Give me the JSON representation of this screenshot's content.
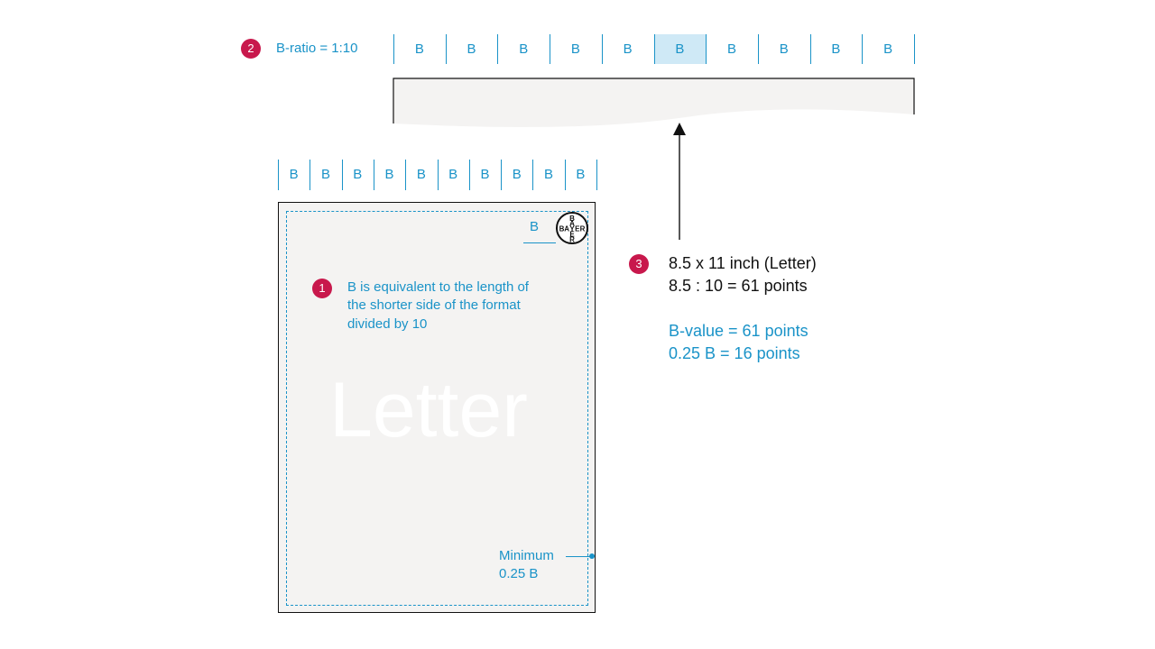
{
  "ratio_section": {
    "badge": "2",
    "label": "B-ratio = 1:10",
    "cells": [
      "B",
      "B",
      "B",
      "B",
      "B",
      "B",
      "B",
      "B",
      "B",
      "B"
    ],
    "highlighted_index": 5
  },
  "page": {
    "cells": [
      "B",
      "B",
      "B",
      "B",
      "B",
      "B",
      "B",
      "B",
      "B",
      "B"
    ],
    "corner_label": "B",
    "logo_letters": [
      "B",
      "A",
      "Y",
      "E",
      "R"
    ],
    "badge": "1",
    "explanation_lines": [
      "B is equivalent to the length of",
      "the shorter side of the format",
      "divided by 10"
    ],
    "watermark": "Letter",
    "minimum_lines": [
      "Minimum",
      "0.25 B"
    ]
  },
  "format_info": {
    "badge": "3",
    "line1": "8.5 x  11 inch (Letter)",
    "line2": "8.5 : 10 = 61 points",
    "line3": "B-value = 61 points",
    "line4": "0.25 B =  16 points"
  },
  "colors": {
    "accent_blue": "#1a93c8",
    "badge_red": "#c8184c",
    "page_fill": "#f4f3f2",
    "highlight": "#cfe9f6"
  }
}
